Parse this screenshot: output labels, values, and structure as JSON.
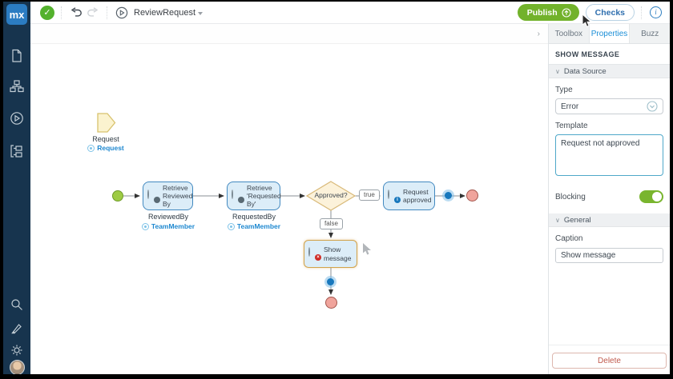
{
  "app": {
    "logo": "mx"
  },
  "toolbar": {
    "title": "ReviewRequest",
    "publish_label": "Publish",
    "checks_label": "Checks",
    "info_glyph": "i",
    "check_glyph": "✓"
  },
  "sidebar": {
    "icon_names": [
      "pages-icon",
      "navigation-icon",
      "microflows-icon",
      "domain-model-icon",
      "search-icon",
      "theme-icon",
      "settings-icon",
      "user-avatar"
    ]
  },
  "canvas": {
    "parameter": {
      "label": "Request",
      "entity": "Request"
    },
    "activities": {
      "retrieve_reviewed": {
        "label": "Retrieve Reviewed By",
        "caption": "ReviewedBy",
        "entity": "TeamMember"
      },
      "retrieve_requested": {
        "label": "Retrieve 'Requested By'",
        "caption": "RequestedBy",
        "entity": "TeamMember"
      },
      "request_approved": {
        "label": "Request approved"
      },
      "show_message": {
        "label": "Show message"
      }
    },
    "decision": {
      "label": "Approved?",
      "true_label": "true",
      "false_label": "false"
    },
    "strip_chevron": "›"
  },
  "panel": {
    "tabs": [
      {
        "label": "Toolbox",
        "active": false
      },
      {
        "label": "Properties",
        "active": true
      },
      {
        "label": "Buzz",
        "active": false
      }
    ],
    "header": "SHOW MESSAGE",
    "data_source": {
      "title": "Data Source",
      "type_label": "Type",
      "type_value": "Error",
      "template_label": "Template",
      "template_value": "Request not approved",
      "blocking_label": "Blocking",
      "blocking_on": true
    },
    "general": {
      "title": "General",
      "caption_label": "Caption",
      "caption_value": "Show message"
    },
    "delete_label": "Delete",
    "section_chevron": "∨"
  },
  "colors": {
    "sidebar_navy": "#17344e",
    "logo_blue": "#2b7cc2",
    "publish_green": "#72b22b",
    "accent_blue": "#1d8fd7",
    "entity_link_blue": "#1e88d0",
    "activity_fill": "#dcedf8",
    "activity_border": "#4289c0",
    "selected_border": "#d2a24a",
    "decision_fill": "#fcf2da",
    "start_green": "#9ecb44",
    "end_red": "#f0a49c",
    "toggle_green": "#79b52e",
    "delete_red": "#c05a4d"
  }
}
